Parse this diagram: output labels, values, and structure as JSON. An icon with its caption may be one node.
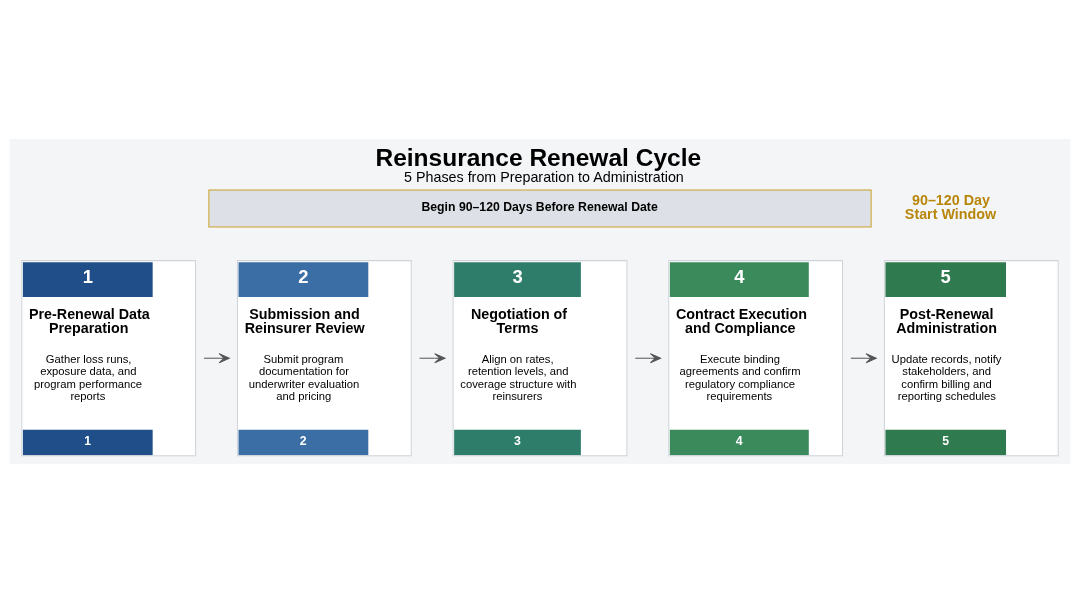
{
  "diagram": {
    "title": "Reinsurance Renewal Cycle",
    "caption": "5 Phases from Preparation to Administration",
    "nodes": [
      {
        "text": [
          "Begin 90–120 Days Before Renewal Date"
        ]
      },
      {
        "text": [
          "1",
          "Pre-Renewal Data Preparation",
          "Gather loss runs, exposure data, and program performance reports",
          "1"
        ]
      },
      {
        "text": [
          "2",
          "Submission and Reinsurer Review",
          "Submit program documentation for underwriter evaluation and pricing",
          "2"
        ]
      },
      {
        "text": [
          "3",
          "Negotiation of Terms",
          "Align on rates, retention levels, and coverage structure with reinsurers",
          "3"
        ]
      },
      {
        "text": [
          "4",
          "Contract Execution and Compliance",
          "Execute binding agreements and confirm regulatory compliance requirements",
          "4"
        ]
      },
      {
        "text": [
          "5",
          "Post-Renewal Administration",
          "Update records, notify stakeholders, and confirm billing and reporting schedules",
          "5"
        ]
      }
    ],
    "edges": [
      {
        "from": 1,
        "to": 2,
        "arrow": "to"
      },
      {
        "from": 2,
        "to": 3,
        "arrow": "to"
      },
      {
        "from": 3,
        "to": 4,
        "arrow": "to"
      },
      {
        "from": 4,
        "to": 5,
        "arrow": "to"
      }
    ],
    "labels": [
      "90–120 Day Start Window"
    ]
  }
}
